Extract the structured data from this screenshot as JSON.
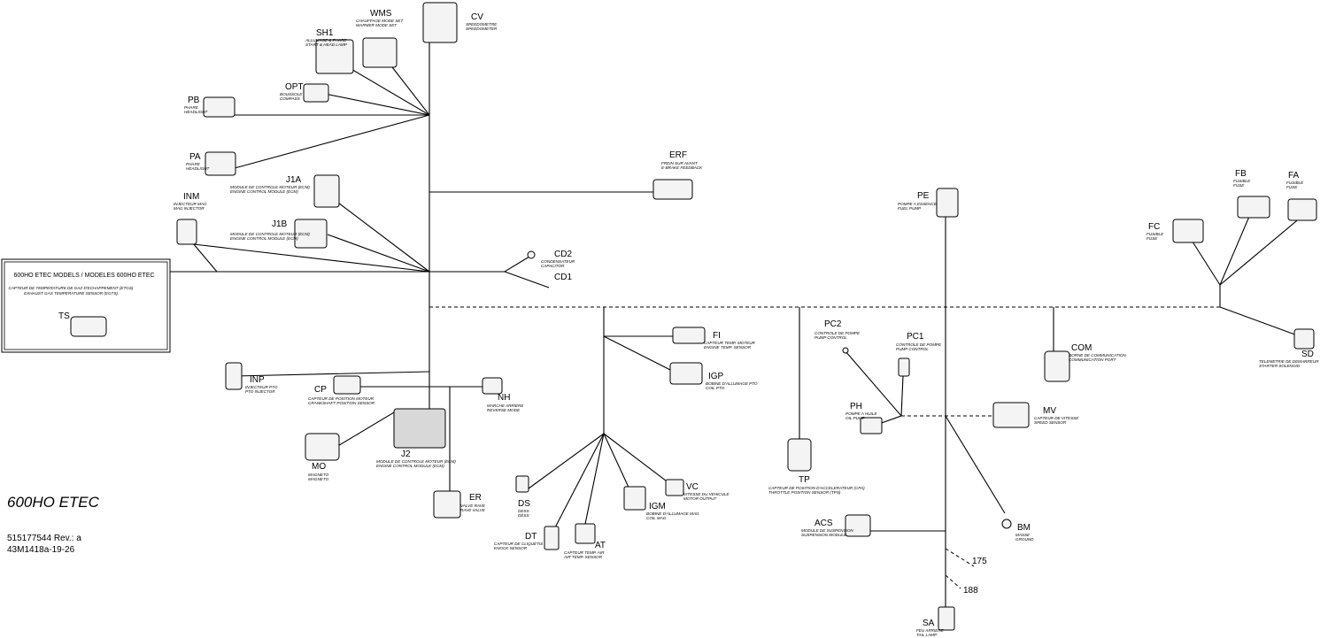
{
  "title": "600HO ETEC",
  "part_number": "515177544 Rev.: a",
  "drawing_number": "43M1418a-19-26",
  "inset": {
    "heading": "600HO ETEC MODELS / MODELES 600HO ETEC",
    "line1": "CAPTEUR DE TEMPERATURE DE GAZ D'ECHAPPEMENT (ETGS)",
    "line2": "EXHAUST GAS TEMPERATURE SENSOR (EGTS)",
    "code": "TS"
  },
  "connectors": {
    "cv": {
      "code": "CV",
      "d1": "SPEEDOMETRE",
      "d2": "SPEEDOMETER"
    },
    "wms": {
      "code": "WMS",
      "d1": "CHAUFFAGE MODE SET",
      "d2": "WARMER MODE SET"
    },
    "sh1": {
      "code": "SH1",
      "d1": "ALLUMAGE & PHARE",
      "d2": "START & HEAD LAMP"
    },
    "opt": {
      "code": "OPT",
      "d1": "BOUSSOLE",
      "d2": "COMPASS"
    },
    "pb": {
      "code": "PB",
      "d1": "PHARE",
      "d2": "HEADLIGHT"
    },
    "pa": {
      "code": "PA",
      "d1": "PHARE",
      "d2": "HEADLIGHT"
    },
    "j1a": {
      "code": "J1A",
      "d1": "MODULE DE CONTROLE MOTEUR (ECM)",
      "d2": "ENGINE CONTROL MODULE (ECM)"
    },
    "inm": {
      "code": "INM",
      "d1": "INJECTEUR MAG",
      "d2": "MAG INJECTOR"
    },
    "j1b": {
      "code": "J1B",
      "d1": "MODULE DE CONTROLE MOTEUR (ECM)",
      "d2": "ENGINE CONTROL MODULE (ECM)"
    },
    "erf": {
      "code": "ERF",
      "d1": "FREIN SUR AVANT",
      "d2": "E-BRAKE FEEDBACK"
    },
    "cd2": {
      "code": "CD2",
      "d1": "CONDENSATEUR",
      "d2": "CAPACITOR"
    },
    "cd1": {
      "code": "CD1",
      "d1": "",
      "d2": ""
    },
    "inp": {
      "code": "INP",
      "d1": "INJECTEUR PTO",
      "d2": "PTO INJECTOR"
    },
    "cp": {
      "code": "CP",
      "d1": "CAPTEUR DE POSITION MOTEUR",
      "d2": "CRANKSHAFT POSITION SENSOR"
    },
    "nh": {
      "code": "NH",
      "d1": "MARCHE ARRIERE",
      "d2": "REVERSE MODE"
    },
    "mo": {
      "code": "MO",
      "d1": "MAGNETO",
      "d2": "MAGNETO"
    },
    "j2": {
      "code": "J2",
      "d1": "MODULE DE CONTROLE MOTEUR (ECM)",
      "d2": "ENGINE CONTROL MODULE (ECM)"
    },
    "er": {
      "code": "ER",
      "d1": "VALVE RAVE",
      "d2": "RAVE VALVE"
    },
    "fi": {
      "code": "FI",
      "d1": "CAPTEUR TEMP. MOTEUR",
      "d2": "ENGINE TEMP. SENSOR"
    },
    "igp": {
      "code": "IGP",
      "d1": "BOBINE D'ALLUMAGE PTO",
      "d2": "COIL PTO"
    },
    "ds": {
      "code": "DS",
      "d1": "DESS",
      "d2": "DESS"
    },
    "dt": {
      "code": "DT",
      "d1": "CAPTEUR DE CLIQUETIS",
      "d2": "KNOCK SENSOR"
    },
    "at": {
      "code": "AT",
      "d1": "CAPTEUR TEMP. AIR",
      "d2": "AIR TEMP. SENSOR"
    },
    "igm": {
      "code": "IGM",
      "d1": "BOBINE D'ALLUMAGE MAG",
      "d2": "COIL MAG"
    },
    "vc": {
      "code": "VC",
      "d1": "VITESSE DU VEHICULE",
      "d2": "MOTOR OUTPUT"
    },
    "pe": {
      "code": "PE",
      "d1": "POMPE A ESSENCE",
      "d2": "FUEL PUMP"
    },
    "pc2": {
      "code": "PC2",
      "d1": "CONTROLE DE POMPE",
      "d2": "PUMP CONTROL"
    },
    "pc1": {
      "code": "PC1",
      "d1": "CONTROLE DE POMPE",
      "d2": "PUMP CONTROL"
    },
    "ph": {
      "code": "PH",
      "d1": "POMPE A HUILE",
      "d2": "OIL PUMP"
    },
    "tp": {
      "code": "TP",
      "d1": "CAPTEUR DE POSITION D'ACCELERATEUR (CPA)",
      "d2": "THROTTLE POSITION SENSOR (TPS)"
    },
    "com": {
      "code": "COM",
      "d1": "BORNE DE COMMUNICATION",
      "d2": "COMMUNICATION PORT"
    },
    "mv": {
      "code": "MV",
      "d1": "CAPTEUR DE VITESSE",
      "d2": "SPEED SENSOR"
    },
    "acs": {
      "code": "ACS",
      "d1": "MODULE DE SUSPENSION",
      "d2": "SUSPENSION MODULE"
    },
    "bm": {
      "code": "BM",
      "d1": "MASSE",
      "d2": "GROUND"
    },
    "sa": {
      "code": "SA",
      "d1": "FEU ARRIERE",
      "d2": "TAIL LAMP"
    },
    "fb": {
      "code": "FB",
      "d1": "FUSIBLE",
      "d2": "FUSE"
    },
    "fa": {
      "code": "FA",
      "d1": "FUSIBLE",
      "d2": "FUSE"
    },
    "fc": {
      "code": "FC",
      "d1": "FUSIBLE",
      "d2": "FUSE"
    },
    "sd": {
      "code": "SD",
      "d1": "TELEMETRIE DE DEMARREUR",
      "d2": "STARTER SOLENOID"
    }
  },
  "sa_refs": [
    "175",
    "188"
  ]
}
